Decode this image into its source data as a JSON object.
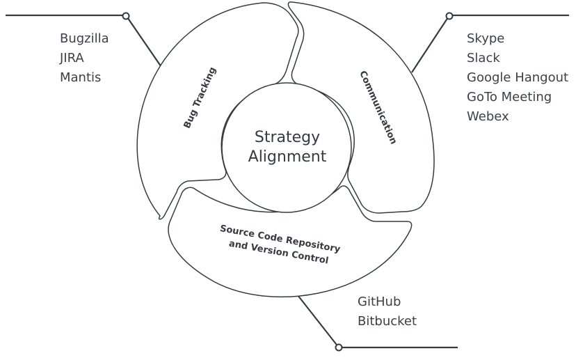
{
  "center": {
    "line1": "Strategy",
    "line2": "Alignment"
  },
  "segments": {
    "bug_tracking": {
      "label": "Bug Tracking"
    },
    "communication": {
      "label": "Communication"
    },
    "source_control": {
      "label_line1": "Source Code Repository",
      "label_line2": "and Version Control"
    }
  },
  "tool_lists": {
    "bug_tracking": [
      "Bugzilla",
      "JIRA",
      "Mantis"
    ],
    "communication": [
      "Skype",
      "Slack",
      "Google Hangout",
      "GoTo Meeting",
      "Webex"
    ],
    "source_control": [
      "GitHub",
      "Bitbucket"
    ]
  },
  "colors": {
    "stroke": "#353a42",
    "text": "#3a3f48",
    "background": "#ffffff"
  }
}
